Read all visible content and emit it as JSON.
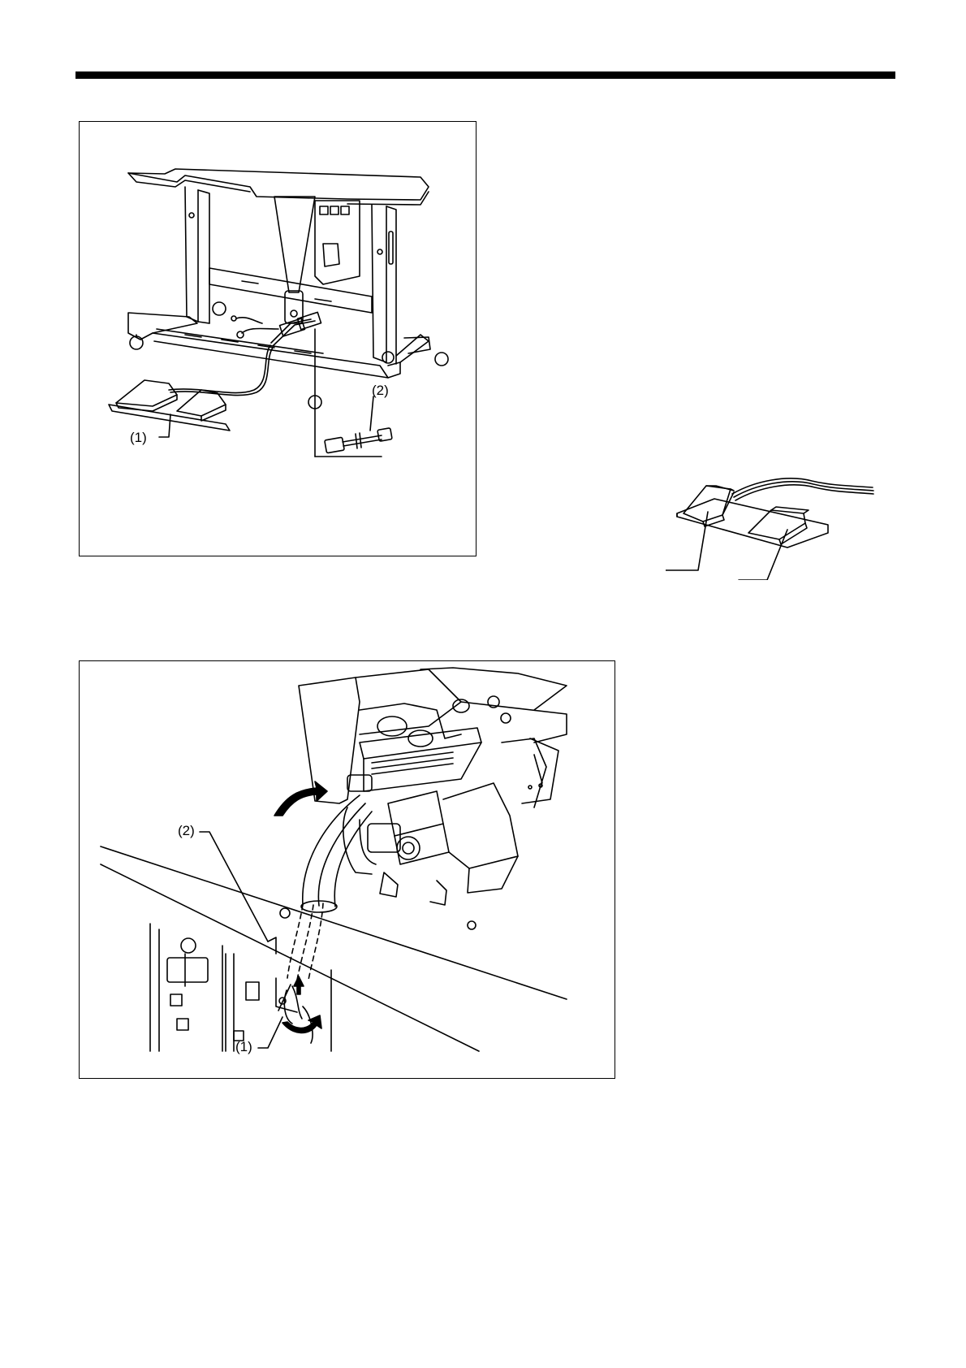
{
  "figure1": {
    "callout_1": "(1)",
    "callout_2": "(2)"
  },
  "figure2": {
    "callout_1": "(1)",
    "callout_2": "(2)"
  },
  "icons": {
    "rotate_arrow": "curved-arrow-icon",
    "lock_arrow": "circular-arrow-icon"
  }
}
